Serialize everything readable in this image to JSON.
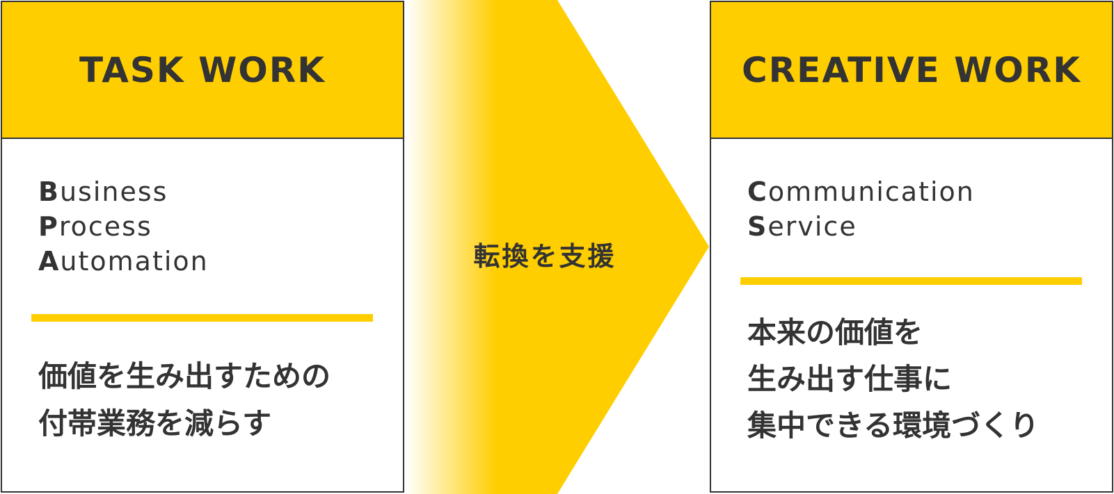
{
  "colors": {
    "accent": "#FFCE00",
    "text": "#333333",
    "border": "#333333",
    "background": "#FFFFFF"
  },
  "left_panel": {
    "title": "TASK WORK",
    "acronym": [
      {
        "initial": "B",
        "rest": "usiness"
      },
      {
        "initial": "P",
        "rest": "rocess"
      },
      {
        "initial": "A",
        "rest": "utomation"
      }
    ],
    "description": [
      "価値を生み出すための",
      "付帯業務を減らす"
    ]
  },
  "arrow": {
    "label": "転換を支援",
    "icon": "arrow-right-icon"
  },
  "right_panel": {
    "title": "CREATIVE WORK",
    "acronym": [
      {
        "initial": "C",
        "rest": "ommunication"
      },
      {
        "initial": "S",
        "rest": "ervice"
      }
    ],
    "description": [
      "本来の価値を",
      "生み出す仕事に",
      "集中できる環境づくり"
    ]
  }
}
